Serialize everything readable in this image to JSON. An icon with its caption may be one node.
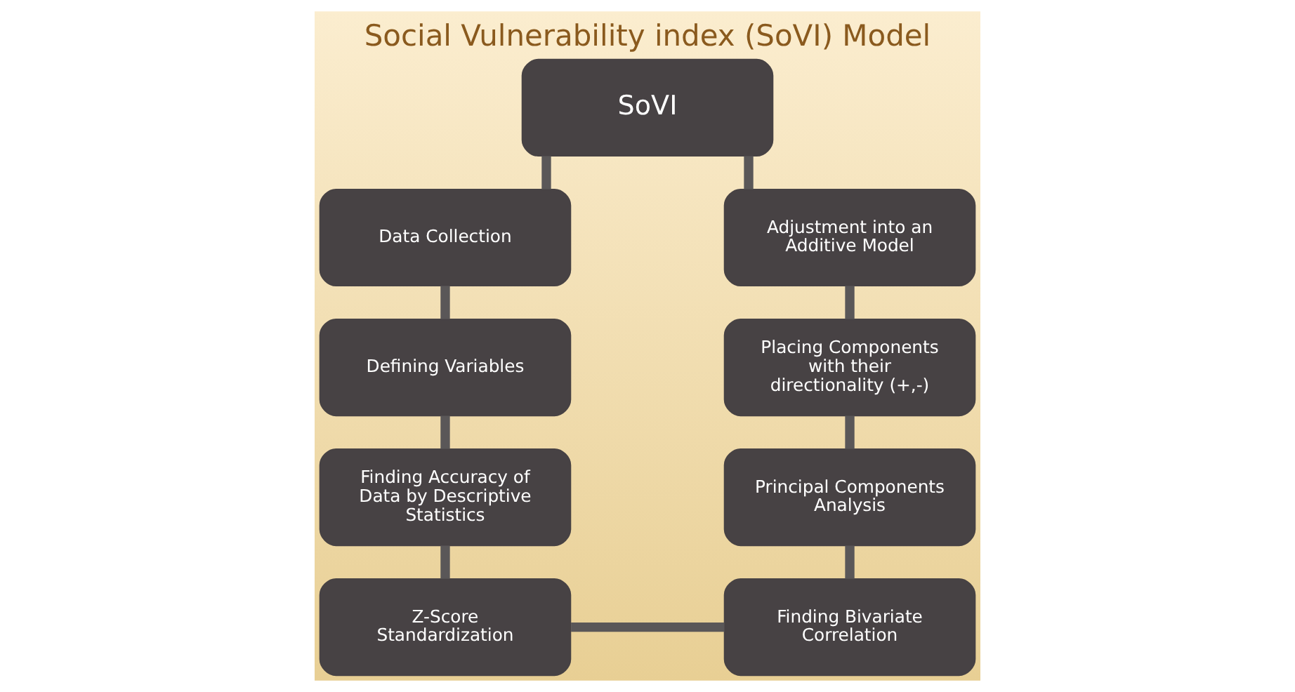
{
  "diagram": {
    "title": "Social Vulnerability index (SoVI) Model",
    "nodes": [
      {
        "text": [
          "SoVI"
        ]
      },
      {
        "text": [
          "Data Collection"
        ]
      },
      {
        "text": [
          "Defining Variables"
        ]
      },
      {
        "text": [
          "Finding Accuracy of Data by Descriptive Statistics"
        ]
      },
      {
        "text": [
          "Z-Score Standardization"
        ]
      },
      {
        "text": [
          "Finding Bivariate Correlation"
        ]
      },
      {
        "text": [
          "Principal Components Analysis"
        ]
      },
      {
        "text": [
          "Placing Components with their directionality (+,-)"
        ]
      },
      {
        "text": [
          "Adjustment into an Additive Model"
        ]
      }
    ],
    "edges": [
      {
        "from": 0,
        "to": 1,
        "arrow": "none"
      },
      {
        "from": 1,
        "to": 2,
        "arrow": "none"
      },
      {
        "from": 2,
        "to": 3,
        "arrow": "none"
      },
      {
        "from": 3,
        "to": 4,
        "arrow": "none"
      },
      {
        "from": 4,
        "to": 5,
        "arrow": "none"
      },
      {
        "from": 5,
        "to": 6,
        "arrow": "none"
      },
      {
        "from": 6,
        "to": 7,
        "arrow": "none"
      },
      {
        "from": 7,
        "to": 8,
        "arrow": "none"
      },
      {
        "from": 8,
        "to": 0,
        "arrow": "none"
      }
    ]
  }
}
